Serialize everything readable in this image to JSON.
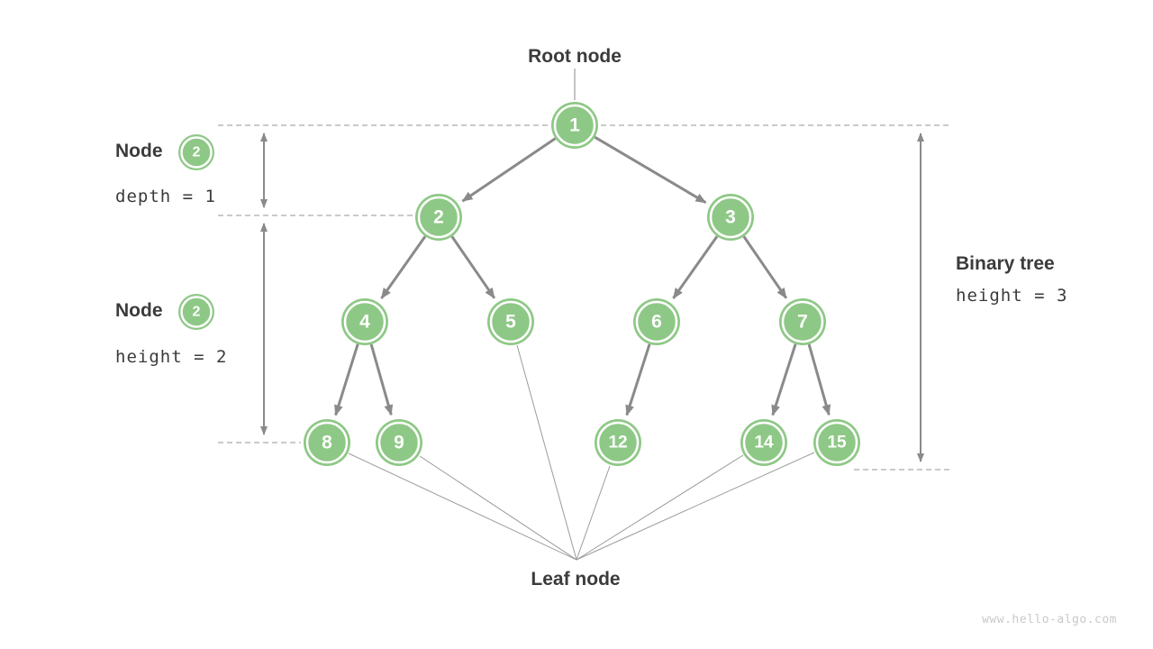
{
  "page": {
    "watermark": "www.hello-algo.com"
  },
  "colors": {
    "node_fill": "#8ec886",
    "edge_gray": "#8a8a8a",
    "text_dark": "#3b3b3b",
    "dashed_gray": "#aaaaaa",
    "thin_gray": "#9b9b9b",
    "watermark_gray": "#c9c9c9"
  },
  "annotations": {
    "root_label": "Root node",
    "leaf_label": "Leaf node",
    "left_top": {
      "title": "Node",
      "badge_value": "2",
      "metric": "depth = 1"
    },
    "left_bottom": {
      "title": "Node",
      "badge_value": "2",
      "metric": "height = 2"
    },
    "right": {
      "title": "Binary tree",
      "metric": "height = 3"
    }
  },
  "tree": {
    "type": "binary-tree",
    "nodes": [
      {
        "value": "1"
      },
      {
        "value": "2"
      },
      {
        "value": "3"
      },
      {
        "value": "4"
      },
      {
        "value": "5"
      },
      {
        "value": "6"
      },
      {
        "value": "7"
      },
      {
        "value": "8"
      },
      {
        "value": "9"
      },
      {
        "value": "12"
      },
      {
        "value": "14"
      },
      {
        "value": "15"
      }
    ],
    "edges": [
      [
        "1",
        "2"
      ],
      [
        "1",
        "3"
      ],
      [
        "2",
        "4"
      ],
      [
        "2",
        "5"
      ],
      [
        "3",
        "6"
      ],
      [
        "3",
        "7"
      ],
      [
        "4",
        "8"
      ],
      [
        "4",
        "9"
      ],
      [
        "6",
        "12"
      ],
      [
        "7",
        "14"
      ],
      [
        "7",
        "15"
      ]
    ],
    "leaf_nodes": [
      "5",
      "8",
      "9",
      "12",
      "14",
      "15"
    ]
  }
}
